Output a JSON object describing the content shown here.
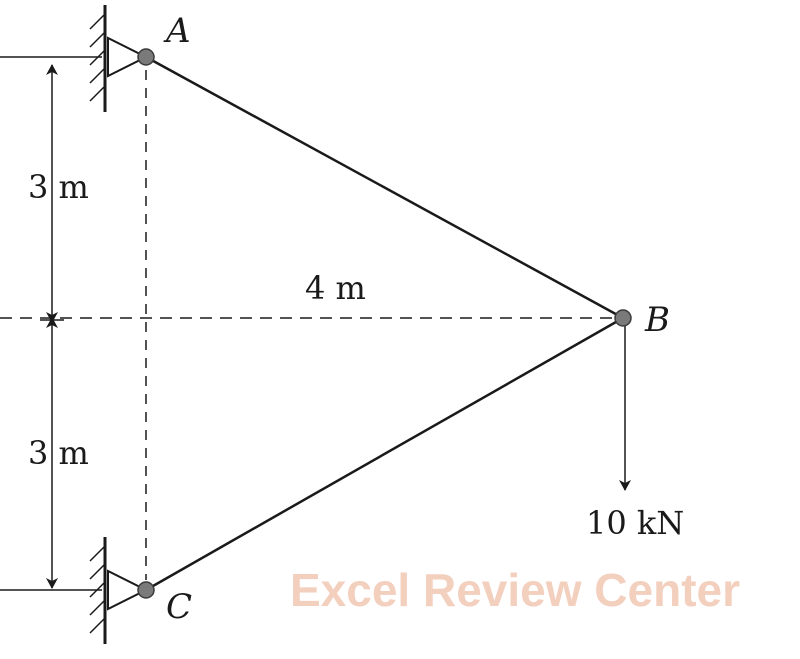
{
  "diagram": {
    "points": {
      "a": "A",
      "b": "B",
      "c": "C"
    },
    "dimensions": {
      "upper_vertical": "3 m",
      "lower_vertical": "3 m",
      "horizontal": "4 m"
    },
    "load": {
      "label": "10 kN"
    },
    "watermark": "Excel Review Center",
    "colors": {
      "line": "#1a1a1a",
      "joint": "#7a7a7a",
      "watermark": "#f2c7b3"
    }
  }
}
